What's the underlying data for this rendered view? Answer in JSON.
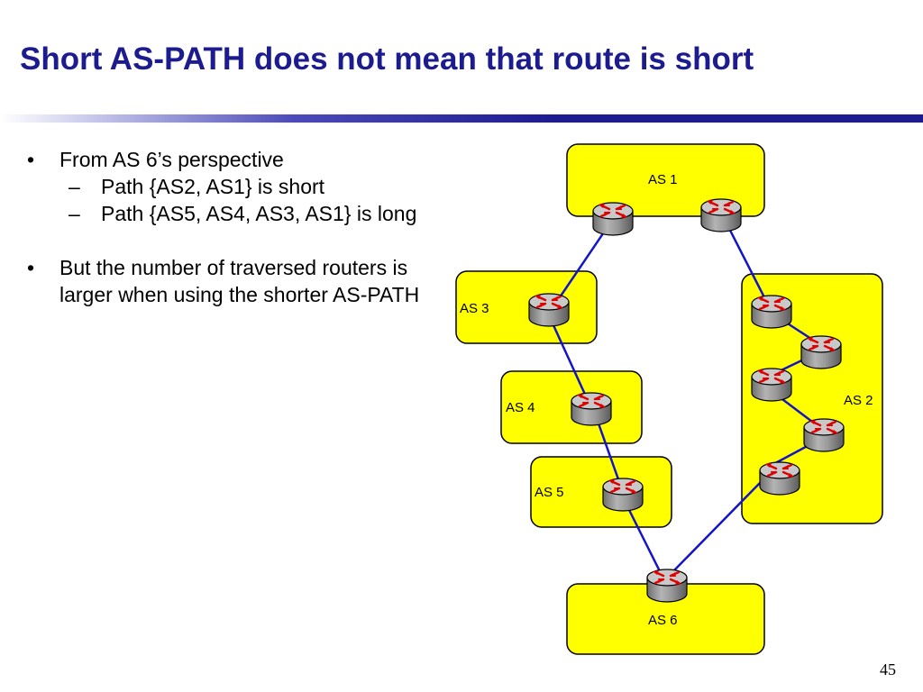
{
  "slide": {
    "title": "Short AS-PATH does not mean that route is short",
    "page_number": "45"
  },
  "bullets": {
    "b1": "From AS 6’s perspective",
    "b1_sub1": "Path {AS2, AS1} is short",
    "b1_sub2": "Path {AS5, AS4, AS3, AS1} is long",
    "b2": "But the number of traversed routers is larger when using the shorter AS-PATH"
  },
  "diagram": {
    "colors": {
      "as_fill": "#ffff00",
      "link": "#1414c8",
      "router_body": "#a8a8a8",
      "router_arrow": "#e00000"
    },
    "as_labels": {
      "as1": "AS 1",
      "as2": "AS 2",
      "as3": "AS 3",
      "as4": "AS 4",
      "as5": "AS 5",
      "as6": "AS 6"
    },
    "icon": "router-icon"
  }
}
